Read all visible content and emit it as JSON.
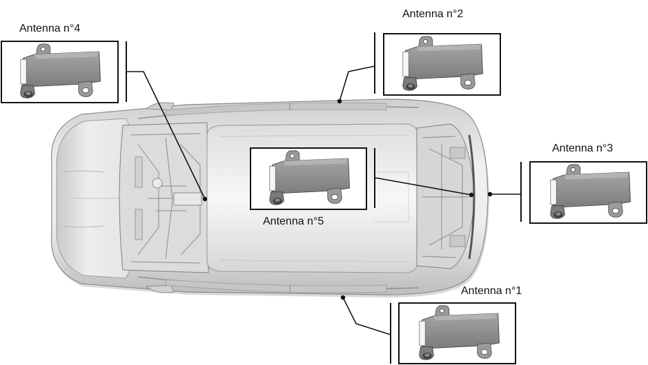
{
  "antennas": [
    {
      "id": "4",
      "label": "Antenna n°4"
    },
    {
      "id": "2",
      "label": "Antenna n°2"
    },
    {
      "id": "3",
      "label": "Antenna n°3"
    },
    {
      "id": "5",
      "label": "Antenna n°5"
    },
    {
      "id": "1",
      "label": "Antenna n°1"
    }
  ],
  "icons": {
    "vehicle": "car-top-view-icon",
    "antenna": "antenna-bracket-icon"
  },
  "colors": {
    "line": "#111111",
    "body": "#e2e2e2",
    "body_shadow": "#b9b9b9",
    "antenna": "#8f8f8f"
  }
}
